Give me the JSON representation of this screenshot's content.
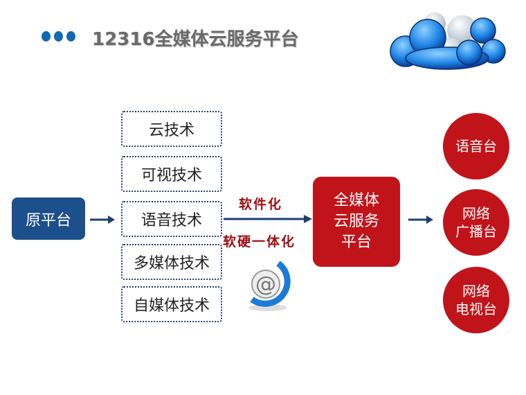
{
  "header": {
    "title": "12316全媒体云服务平台",
    "icon": "cloud-icon"
  },
  "source": {
    "label": "原平台"
  },
  "technologies": [
    {
      "label": "云技术"
    },
    {
      "label": "可视技术"
    },
    {
      "label": "语音技术"
    },
    {
      "label": "多媒体技术"
    },
    {
      "label": "自媒体技术"
    }
  ],
  "connector": {
    "top_label": "软件化",
    "bottom_label": "软硬一体化",
    "icon": "email-at-icon"
  },
  "hub": {
    "label": "全媒体\n云服务\n平台"
  },
  "outputs": [
    {
      "label": "语音台"
    },
    {
      "label": "网络\n广播台"
    },
    {
      "label": "网络\n电视台"
    }
  ],
  "colors": {
    "blue": "#1c4f8c",
    "red": "#c0141a",
    "label_red": "#9e0f12"
  }
}
